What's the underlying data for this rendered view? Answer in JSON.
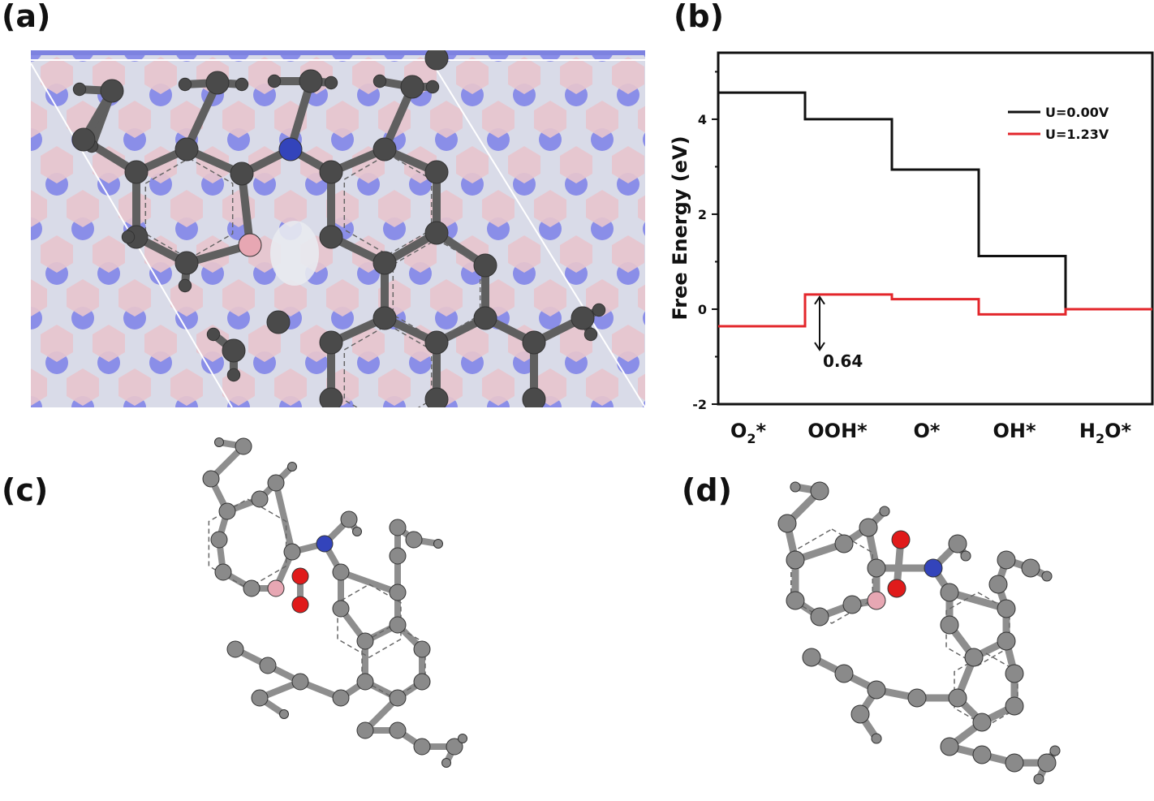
{
  "panels": {
    "a": "(a)",
    "b": "(b)",
    "c": "(c)",
    "d": "(d)"
  },
  "colors": {
    "carbon": "#5a5a5a",
    "nitrogen": "#3344bb",
    "boron": "#e7a7b3",
    "oxygen": "#e01b1b",
    "density_blue": "#8a8ee8",
    "density_pink": "#e8c6ce",
    "u0_line": "#111111",
    "u123_line": "#e3262b"
  },
  "chart_data": {
    "type": "line",
    "step": true,
    "categories": [
      "O2*",
      "OOH*",
      "O*",
      "OH*",
      "H2O*"
    ],
    "category_labels": [
      {
        "main": "O",
        "sub": "2",
        "tail": "*"
      },
      {
        "main": "OOH*",
        "sub": "",
        "tail": ""
      },
      {
        "main": "O*",
        "sub": "",
        "tail": ""
      },
      {
        "main": "OH*",
        "sub": "",
        "tail": ""
      },
      {
        "main": "H",
        "sub": "2",
        "tail": "O*"
      }
    ],
    "ylabel": "Free Energy (eV)",
    "ylim": [
      -2,
      5.4
    ],
    "yticks": [
      -2,
      0,
      2,
      4
    ],
    "legend_position": "top-right",
    "series": [
      {
        "name": "U=0.00V",
        "color": "#111111",
        "values": [
          4.56,
          4.0,
          2.94,
          1.12,
          0.0
        ]
      },
      {
        "name": "U=1.23V",
        "color": "#e3262b",
        "values": [
          -0.36,
          0.31,
          0.21,
          -0.11,
          0.0
        ]
      }
    ],
    "annotation": {
      "text": "0.64"
    }
  }
}
